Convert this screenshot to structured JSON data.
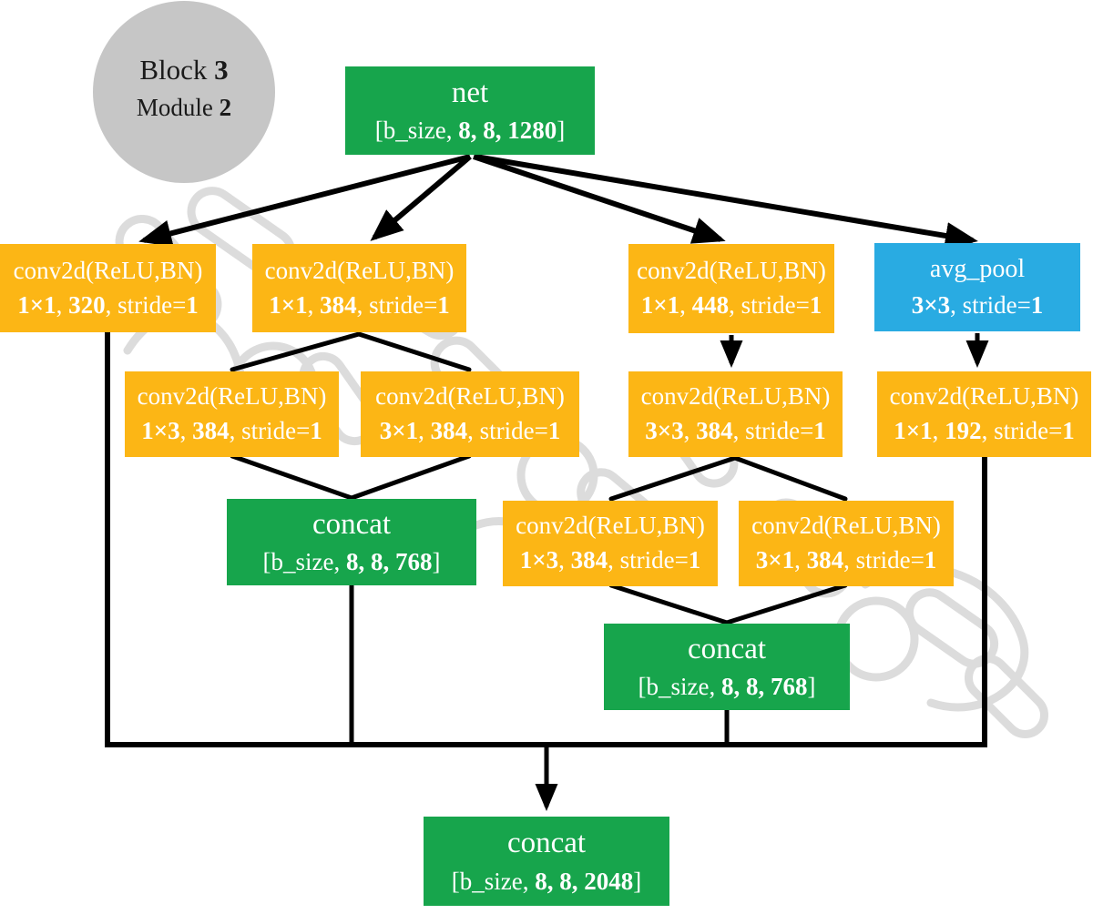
{
  "colors": {
    "node_green": "#17a54c",
    "node_orange": "#fcb615",
    "node_blue": "#29abe2",
    "badge_gray": "#c6c6c6",
    "connector_black": "#000000",
    "watermark_gray": "#dcdcdc",
    "text_white": "#ffffff",
    "text_black": "#1a1a1a"
  },
  "badge": {
    "line1": [
      {
        "t": "Block "
      },
      {
        "t": "3",
        "b": true
      }
    ],
    "line2": [
      {
        "t": "Module "
      },
      {
        "t": "2",
        "b": true
      }
    ]
  },
  "nodes": {
    "net": {
      "line1": [
        {
          "t": "net"
        }
      ],
      "line2": [
        {
          "t": "[b_size, "
        },
        {
          "t": "8, 8, 1280",
          "b": true
        },
        {
          "t": "]"
        }
      ]
    },
    "conv_1x1_320": {
      "line1": [
        {
          "t": "conv2d(ReLU,BN)"
        }
      ],
      "line2": [
        {
          "t": "1×1",
          "b": true
        },
        {
          "t": ", "
        },
        {
          "t": "320",
          "b": true
        },
        {
          "t": ", stride="
        },
        {
          "t": "1",
          "b": true
        }
      ]
    },
    "conv_1x1_384": {
      "line1": [
        {
          "t": "conv2d(ReLU,BN)"
        }
      ],
      "line2": [
        {
          "t": "1×1",
          "b": true
        },
        {
          "t": ", "
        },
        {
          "t": "384",
          "b": true
        },
        {
          "t": ", stride="
        },
        {
          "t": "1",
          "b": true
        }
      ]
    },
    "conv_1x1_448": {
      "line1": [
        {
          "t": "conv2d(ReLU,BN)"
        }
      ],
      "line2": [
        {
          "t": "1×1",
          "b": true
        },
        {
          "t": ", "
        },
        {
          "t": "448",
          "b": true
        },
        {
          "t": ", stride="
        },
        {
          "t": "1",
          "b": true
        }
      ]
    },
    "avg_pool": {
      "line1": [
        {
          "t": "avg_pool"
        }
      ],
      "line2": [
        {
          "t": "3×3",
          "b": true
        },
        {
          "t": ", stride="
        },
        {
          "t": "1",
          "b": true
        }
      ]
    },
    "conv_1x3_384_a": {
      "line1": [
        {
          "t": "conv2d(ReLU,BN)"
        }
      ],
      "line2": [
        {
          "t": "1×3",
          "b": true
        },
        {
          "t": ", "
        },
        {
          "t": "384",
          "b": true
        },
        {
          "t": ", stride="
        },
        {
          "t": "1",
          "b": true
        }
      ]
    },
    "conv_3x1_384_a": {
      "line1": [
        {
          "t": "conv2d(ReLU,BN)"
        }
      ],
      "line2": [
        {
          "t": "3×1",
          "b": true
        },
        {
          "t": ", "
        },
        {
          "t": "384",
          "b": true
        },
        {
          "t": ", stride="
        },
        {
          "t": "1",
          "b": true
        }
      ]
    },
    "conv_3x3_384": {
      "line1": [
        {
          "t": "conv2d(ReLU,BN)"
        }
      ],
      "line2": [
        {
          "t": "3×3",
          "b": true
        },
        {
          "t": ", "
        },
        {
          "t": "384",
          "b": true
        },
        {
          "t": ", stride="
        },
        {
          "t": "1",
          "b": true
        }
      ]
    },
    "conv_1x1_192": {
      "line1": [
        {
          "t": "conv2d(ReLU,BN)"
        }
      ],
      "line2": [
        {
          "t": "1×1",
          "b": true
        },
        {
          "t": ", "
        },
        {
          "t": "192",
          "b": true
        },
        {
          "t": ", stride="
        },
        {
          "t": "1",
          "b": true
        }
      ]
    },
    "concat_left": {
      "line1": [
        {
          "t": "concat"
        }
      ],
      "line2": [
        {
          "t": "[b_size, "
        },
        {
          "t": "8, 8, 768",
          "b": true
        },
        {
          "t": "]"
        }
      ]
    },
    "conv_1x3_384_b": {
      "line1": [
        {
          "t": "conv2d(ReLU,BN)"
        }
      ],
      "line2": [
        {
          "t": "1×3",
          "b": true
        },
        {
          "t": ", "
        },
        {
          "t": "384",
          "b": true
        },
        {
          "t": ", stride="
        },
        {
          "t": "1",
          "b": true
        }
      ]
    },
    "conv_3x1_384_b": {
      "line1": [
        {
          "t": "conv2d(ReLU,BN)"
        }
      ],
      "line2": [
        {
          "t": "3×1",
          "b": true
        },
        {
          "t": ", "
        },
        {
          "t": "384",
          "b": true
        },
        {
          "t": ", stride="
        },
        {
          "t": "1",
          "b": true
        }
      ]
    },
    "concat_mid": {
      "line1": [
        {
          "t": "concat"
        }
      ],
      "line2": [
        {
          "t": "[b_size, "
        },
        {
          "t": "8, 8, 768",
          "b": true
        },
        {
          "t": "]"
        }
      ]
    },
    "concat_final": {
      "line1": [
        {
          "t": "concat"
        }
      ],
      "line2": [
        {
          "t": "[b_size, "
        },
        {
          "t": "8, 8, 2048",
          "b": true
        },
        {
          "t": "]"
        }
      ]
    }
  }
}
